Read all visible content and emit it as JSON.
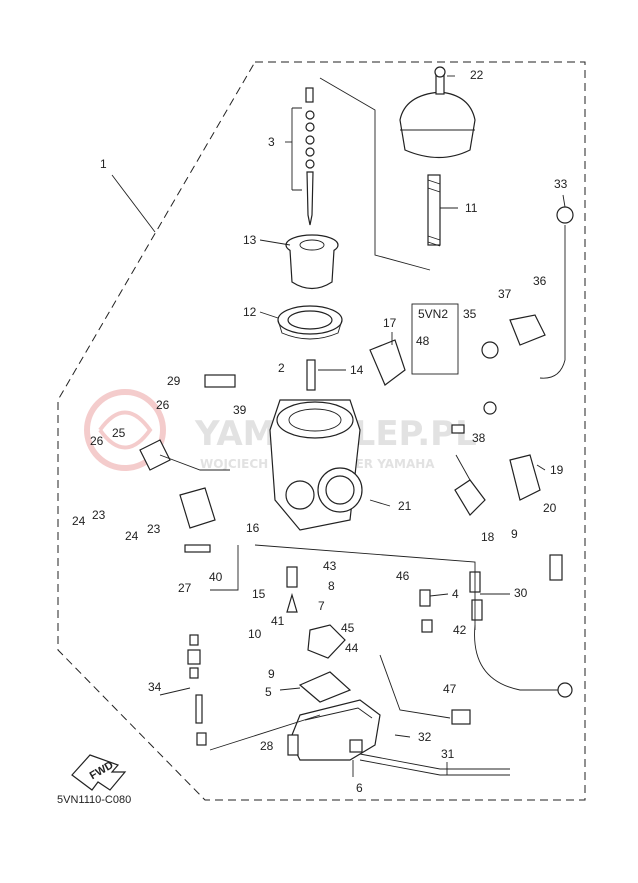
{
  "diagram": {
    "catalog_code": "5VN1110-C080",
    "fwd_label": "FWD",
    "variant_label": "5VN2",
    "watermark_main": "YAMASKLEP.PL",
    "watermark_sub": "WOJCIECH ... CZ | DEALER YAMAHA",
    "callouts": [
      {
        "id": "1",
        "text": "1"
      },
      {
        "id": "2",
        "text": "2"
      },
      {
        "id": "3",
        "text": "3"
      },
      {
        "id": "4",
        "text": "4"
      },
      {
        "id": "5",
        "text": "5"
      },
      {
        "id": "6",
        "text": "6"
      },
      {
        "id": "7",
        "text": "7"
      },
      {
        "id": "8",
        "text": "8"
      },
      {
        "id": "9a",
        "text": "9"
      },
      {
        "id": "9b",
        "text": "9"
      },
      {
        "id": "10",
        "text": "10"
      },
      {
        "id": "11",
        "text": "11"
      },
      {
        "id": "12",
        "text": "12"
      },
      {
        "id": "13",
        "text": "13"
      },
      {
        "id": "14",
        "text": "14"
      },
      {
        "id": "15",
        "text": "15"
      },
      {
        "id": "16",
        "text": "16"
      },
      {
        "id": "17",
        "text": "17"
      },
      {
        "id": "18",
        "text": "18"
      },
      {
        "id": "19",
        "text": "19"
      },
      {
        "id": "20",
        "text": "20"
      },
      {
        "id": "21",
        "text": "21"
      },
      {
        "id": "22",
        "text": "22"
      },
      {
        "id": "23a",
        "text": "23"
      },
      {
        "id": "23b",
        "text": "23"
      },
      {
        "id": "24a",
        "text": "24"
      },
      {
        "id": "24b",
        "text": "24"
      },
      {
        "id": "25",
        "text": "25"
      },
      {
        "id": "26a",
        "text": "26"
      },
      {
        "id": "26b",
        "text": "26"
      },
      {
        "id": "27",
        "text": "27"
      },
      {
        "id": "28",
        "text": "28"
      },
      {
        "id": "29",
        "text": "29"
      },
      {
        "id": "30",
        "text": "30"
      },
      {
        "id": "31",
        "text": "31"
      },
      {
        "id": "32",
        "text": "32"
      },
      {
        "id": "33",
        "text": "33"
      },
      {
        "id": "34",
        "text": "34"
      },
      {
        "id": "35",
        "text": "35"
      },
      {
        "id": "36",
        "text": "36"
      },
      {
        "id": "37",
        "text": "37"
      },
      {
        "id": "38",
        "text": "38"
      },
      {
        "id": "39",
        "text": "39"
      },
      {
        "id": "40",
        "text": "40"
      },
      {
        "id": "41",
        "text": "41"
      },
      {
        "id": "42",
        "text": "42"
      },
      {
        "id": "43",
        "text": "43"
      },
      {
        "id": "44",
        "text": "44"
      },
      {
        "id": "45",
        "text": "45"
      },
      {
        "id": "46",
        "text": "46"
      },
      {
        "id": "47",
        "text": "47"
      },
      {
        "id": "48",
        "text": "48"
      }
    ]
  }
}
